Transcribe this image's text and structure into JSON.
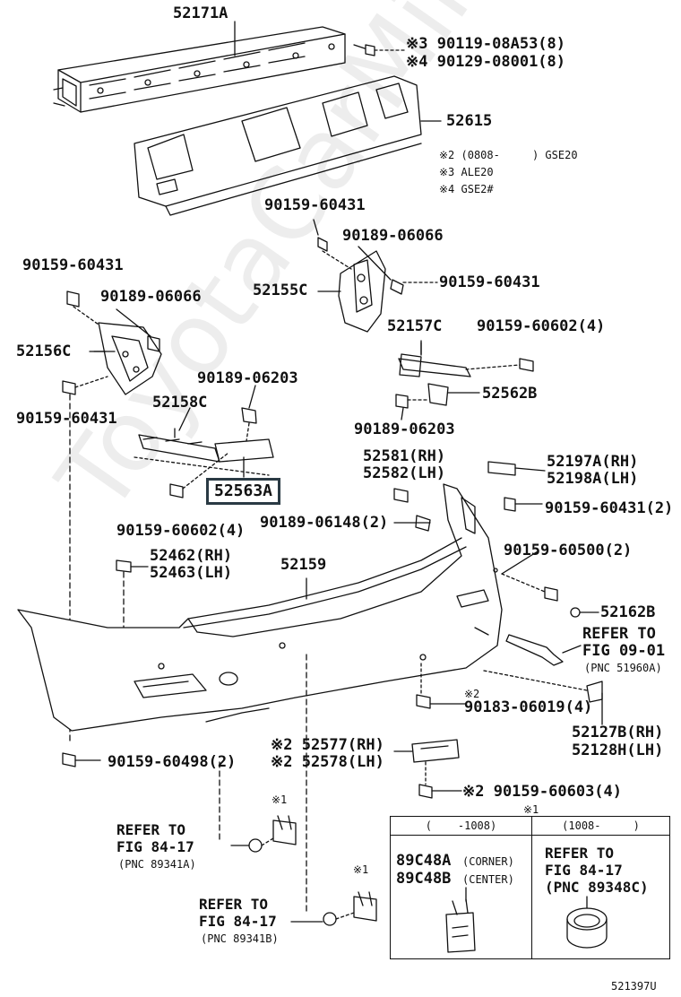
{
  "parts": {
    "p52171A": "52171A",
    "p52615": "52615",
    "p90119": "※3 90119-08A53(8)",
    "p90129": "※4 90129-08001(8)",
    "note2": "※2 (0808-     ) GSE20",
    "note3": "※3 ALE20",
    "note4": "※4 GSE2#",
    "p90159_top_mid": "90159-60431",
    "p90189_mid": "90189-06066",
    "p90159_left": "90159-60431",
    "p90189_left": "90189-06066",
    "p52155C": "52155C",
    "p90159_right": "90159-60431",
    "p52156C": "52156C",
    "p52157C": "52157C",
    "p90159_60602_r": "90159-60602(4)",
    "p90189_06203_a": "90189-06203",
    "p52158C": "52158C",
    "p52562B": "52562B",
    "p90159_left_low": "90159-60431",
    "p90189_06203_b": "90189-06203",
    "p52581": "52581(RH)",
    "p52582": "52582(LH)",
    "p52197A": "52197A(RH)",
    "p52198A": "52198A(LH)",
    "p52563A": "52563A",
    "p90159_60602_l": "90159-60602(4)",
    "p90189_06148": "90189-06148(2)",
    "p90159_60431_2": "90159-60431(2)",
    "p52462": "52462(RH)",
    "p52463": "52463(LH)",
    "p52159": "52159",
    "p90159_60500": "90159-60500(2)",
    "p52162B": "52162B",
    "refer1_a": "REFER TO",
    "refer1_b": "FIG 09-01",
    "refer1_c": "(PNC 51960A)",
    "p90183_mark": "※2",
    "p90183": "90183-06019(4)",
    "p52127B": "52127B(RH)",
    "p52128H": "52128H(LH)",
    "p52577": "※2 52577(RH)",
    "p52578": "※2 52578(LH)",
    "p90159_60498": "90159-60498(2)",
    "p90159_60603": "※2 90159-60603(4)",
    "mark1_a": "※1",
    "mark1_b": "※1",
    "mark1_c": "※1",
    "refer2_a": "REFER TO",
    "refer2_b": "FIG 84-17",
    "refer2_c": "(PNC 89341A)",
    "refer3_a": "REFER TO",
    "refer3_b": "FIG 84-17",
    "refer3_c": "(PNC 89341B)",
    "diagram_id": "521397U"
  },
  "inset": {
    "hdr_left": "(    -1008)",
    "hdr_right": "(1008-     )",
    "p89C48A": "89C48A",
    "p89C48A_note": "(CORNER)",
    "p89C48B": "89C48B",
    "p89C48B_note": "(CENTER)",
    "refer_a": "REFER TO",
    "refer_b": "FIG 84-17",
    "refer_c": "(PNC 89348C)"
  },
  "watermark": "ToyotaCarMine.ru"
}
